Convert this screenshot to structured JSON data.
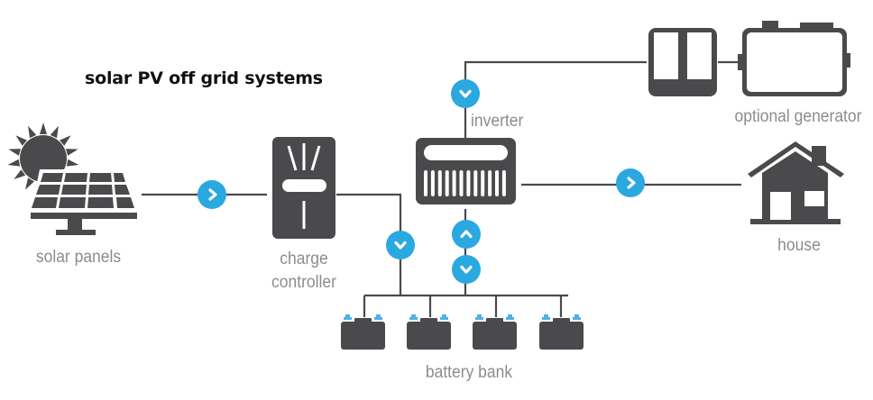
{
  "title": "solar PV off grid systems",
  "colors": {
    "icon": "#4a4a4c",
    "line": "#4a4a4c",
    "arrow_badge": "#2aa8e0",
    "terminal": "#4fb0e3",
    "label": "#8c8c8c",
    "title": "#111111"
  },
  "components": {
    "solar_panels": {
      "label": "solar panels",
      "icon": "solar-panel-with-sun-icon"
    },
    "charge_controller": {
      "label_line1": "charge",
      "label_line2": "controller",
      "icon": "charge-controller-icon"
    },
    "inverter": {
      "label": "inverter",
      "icon": "inverter-icon"
    },
    "generator": {
      "label": "optional generator",
      "icon": "generator-icon"
    },
    "house": {
      "label": "house",
      "icon": "house-icon"
    },
    "battery_bank": {
      "label": "battery bank",
      "icon": "battery-icon",
      "count": 4
    }
  },
  "flows": [
    {
      "from": "solar panels",
      "to": "charge controller",
      "arrow": "right"
    },
    {
      "from": "charge controller",
      "to": "battery bank",
      "arrow": "down"
    },
    {
      "from": "optional generator",
      "to": "inverter",
      "arrow": "down"
    },
    {
      "from": "battery bank",
      "to": "inverter",
      "arrow": "up"
    },
    {
      "from": "inverter",
      "to": "battery bank",
      "arrow": "down"
    },
    {
      "from": "inverter",
      "to": "house",
      "arrow": "right"
    }
  ]
}
